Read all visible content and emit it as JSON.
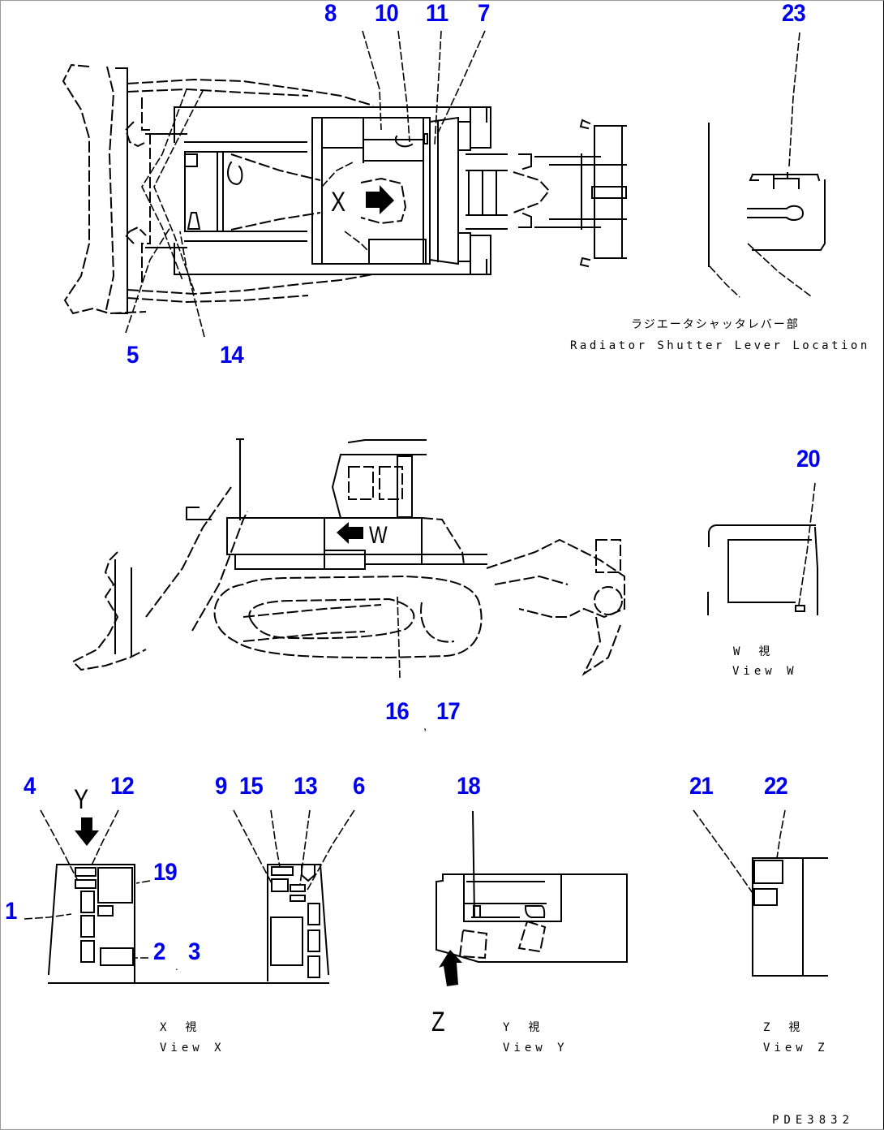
{
  "diagram": {
    "drawing_number": "PDE3832",
    "callouts": {
      "c8": "8",
      "c10": "10",
      "c11": "11",
      "c7": "7",
      "c23": "23",
      "c5": "5",
      "c14": "14",
      "c20": "20",
      "c16": "16",
      "c17": "17",
      "c16_17_sep": ",",
      "c4": "4",
      "c12": "12",
      "c19": "19",
      "c1": "1",
      "c2": "2",
      "c3": "3",
      "c2_3_sep": ".",
      "c9": "9",
      "c15": "15",
      "c13": "13",
      "c6": "6",
      "c18": "18",
      "c21": "21",
      "c22": "22"
    },
    "view_markers": {
      "x": "X",
      "w": "W",
      "y": "Y",
      "z": "Z"
    },
    "captions": {
      "radiator_jp": "ラジエータシャッタレバー部",
      "radiator_en": "Radiator Shutter Lever Location",
      "view_w_jp": "W  視",
      "view_w_en": "View W",
      "view_x_jp": "X  視",
      "view_x_en": "View X",
      "view_y_jp": "Y  視",
      "view_y_en": "View Y",
      "view_z_jp": "Z  視",
      "view_z_en": "View Z"
    },
    "colors": {
      "callout": "#0000ee",
      "line": "#000000",
      "background": "#ffffff"
    }
  }
}
